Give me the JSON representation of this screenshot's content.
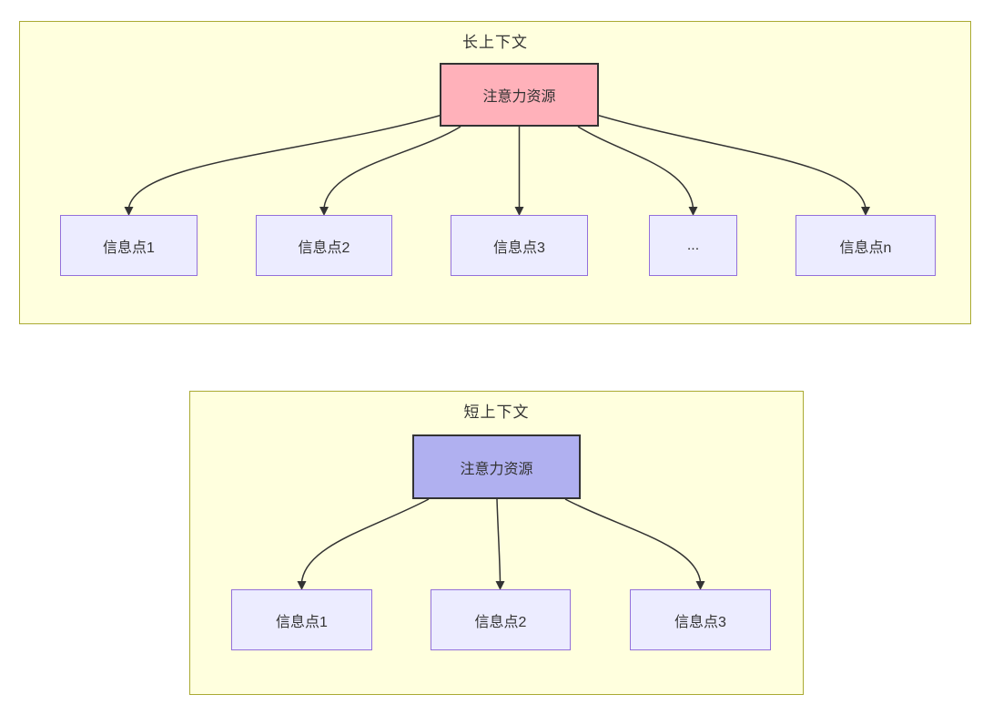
{
  "diagram": {
    "long_context": {
      "title": "长上下文",
      "root": {
        "label": "注意力资源",
        "fill": "#ffb1ba"
      },
      "children": [
        {
          "label": "信息点1"
        },
        {
          "label": "信息点2"
        },
        {
          "label": "信息点3"
        },
        {
          "label": "..."
        },
        {
          "label": "信息点n"
        }
      ]
    },
    "short_context": {
      "title": "短上下文",
      "root": {
        "label": "注意力资源",
        "fill": "#b0b0f0"
      },
      "children": [
        {
          "label": "信息点1"
        },
        {
          "label": "信息点2"
        },
        {
          "label": "信息点3"
        }
      ]
    },
    "colors": {
      "cluster_fill": "#ffffde",
      "cluster_border": "#aaaa33",
      "leaf_fill": "#ececff",
      "leaf_border": "#9370db",
      "root_border": "#333333",
      "edge": "#333333",
      "text": "#333333"
    }
  }
}
